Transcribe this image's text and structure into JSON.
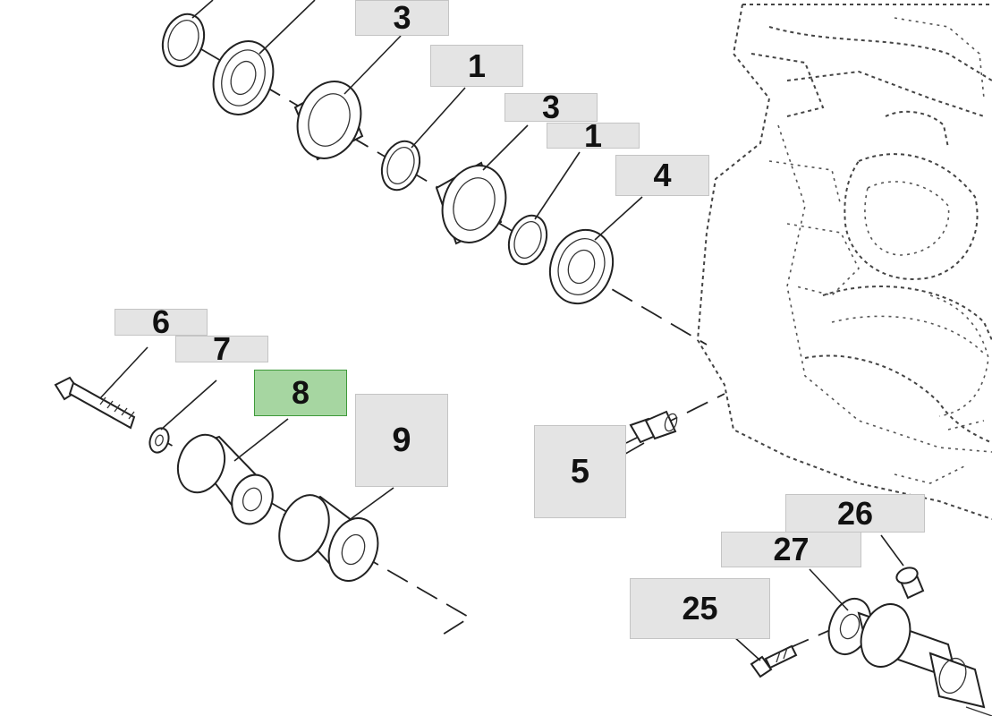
{
  "callouts": {
    "c3a": "3",
    "c1a": "1",
    "c3b": "3",
    "c1b": "1",
    "c4": "4",
    "c6": "6",
    "c7": "7",
    "c8": "8",
    "c9": "9",
    "c5": "5",
    "c26": "26",
    "c27": "27",
    "c25": "25"
  },
  "selected_callout": "8",
  "colors": {
    "callout_bg": "#e4e4e4",
    "selected_bg": "#a6d6a1",
    "selected_border": "#3e9a3a",
    "line": "#222222"
  }
}
